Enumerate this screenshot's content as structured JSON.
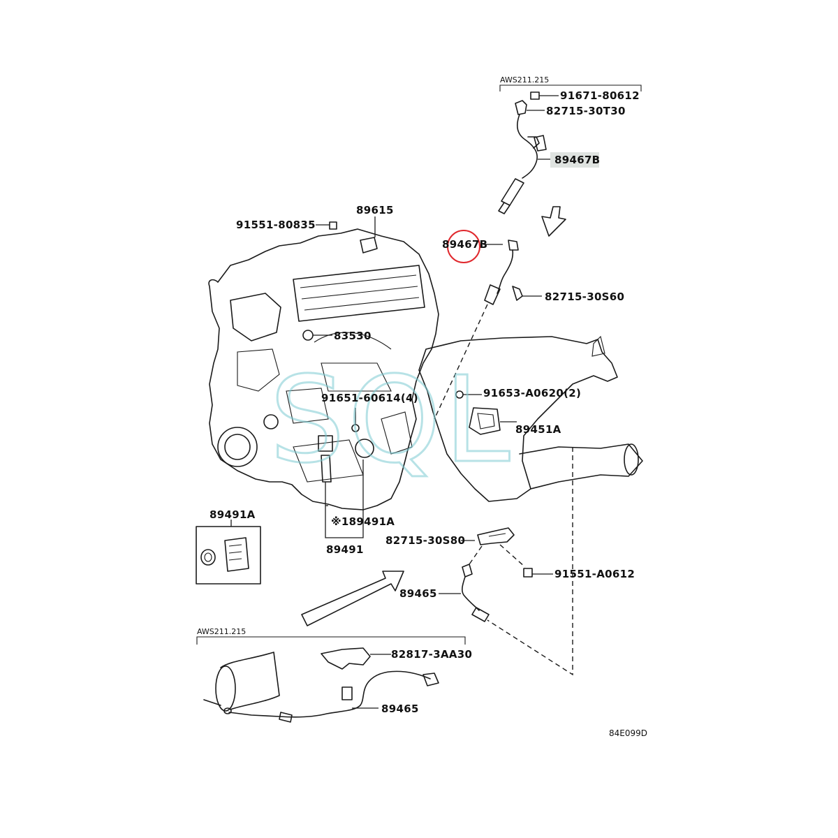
{
  "diagram": {
    "figure_code": "84E099D",
    "watermark": "SQL",
    "brackets": {
      "top_group_label": "AWS211.215",
      "bottom_group_label": "AWS211.215"
    },
    "parts": {
      "p91671": "91671-80612",
      "p82715_30T30": "82715-30T30",
      "p89467B_top": "89467B",
      "p89615": "89615",
      "p91551_80835": "91551-80835",
      "p89467B_mid": "89467B",
      "p82715_30S60": "82715-30S60",
      "p83530": "83530",
      "p91651": "91651-60614(4)",
      "p91653": "91653-A0620(2)",
      "p89451A": "89451A",
      "p89491A_box": "89491A",
      "p189491A": "※189491A",
      "p89491": "89491",
      "p82715_30S80": "82715-30S80",
      "p91551_A0612": "91551-A0612",
      "p89465_mid": "89465",
      "p82817": "82817-3AA30",
      "p89465_bottom": "89465"
    },
    "colors": {
      "line": "#1a1a1a",
      "highlight_circle": "#e0282d",
      "highlight_box": "#dfe3e0",
      "watermark": "#7ecbd3"
    }
  }
}
